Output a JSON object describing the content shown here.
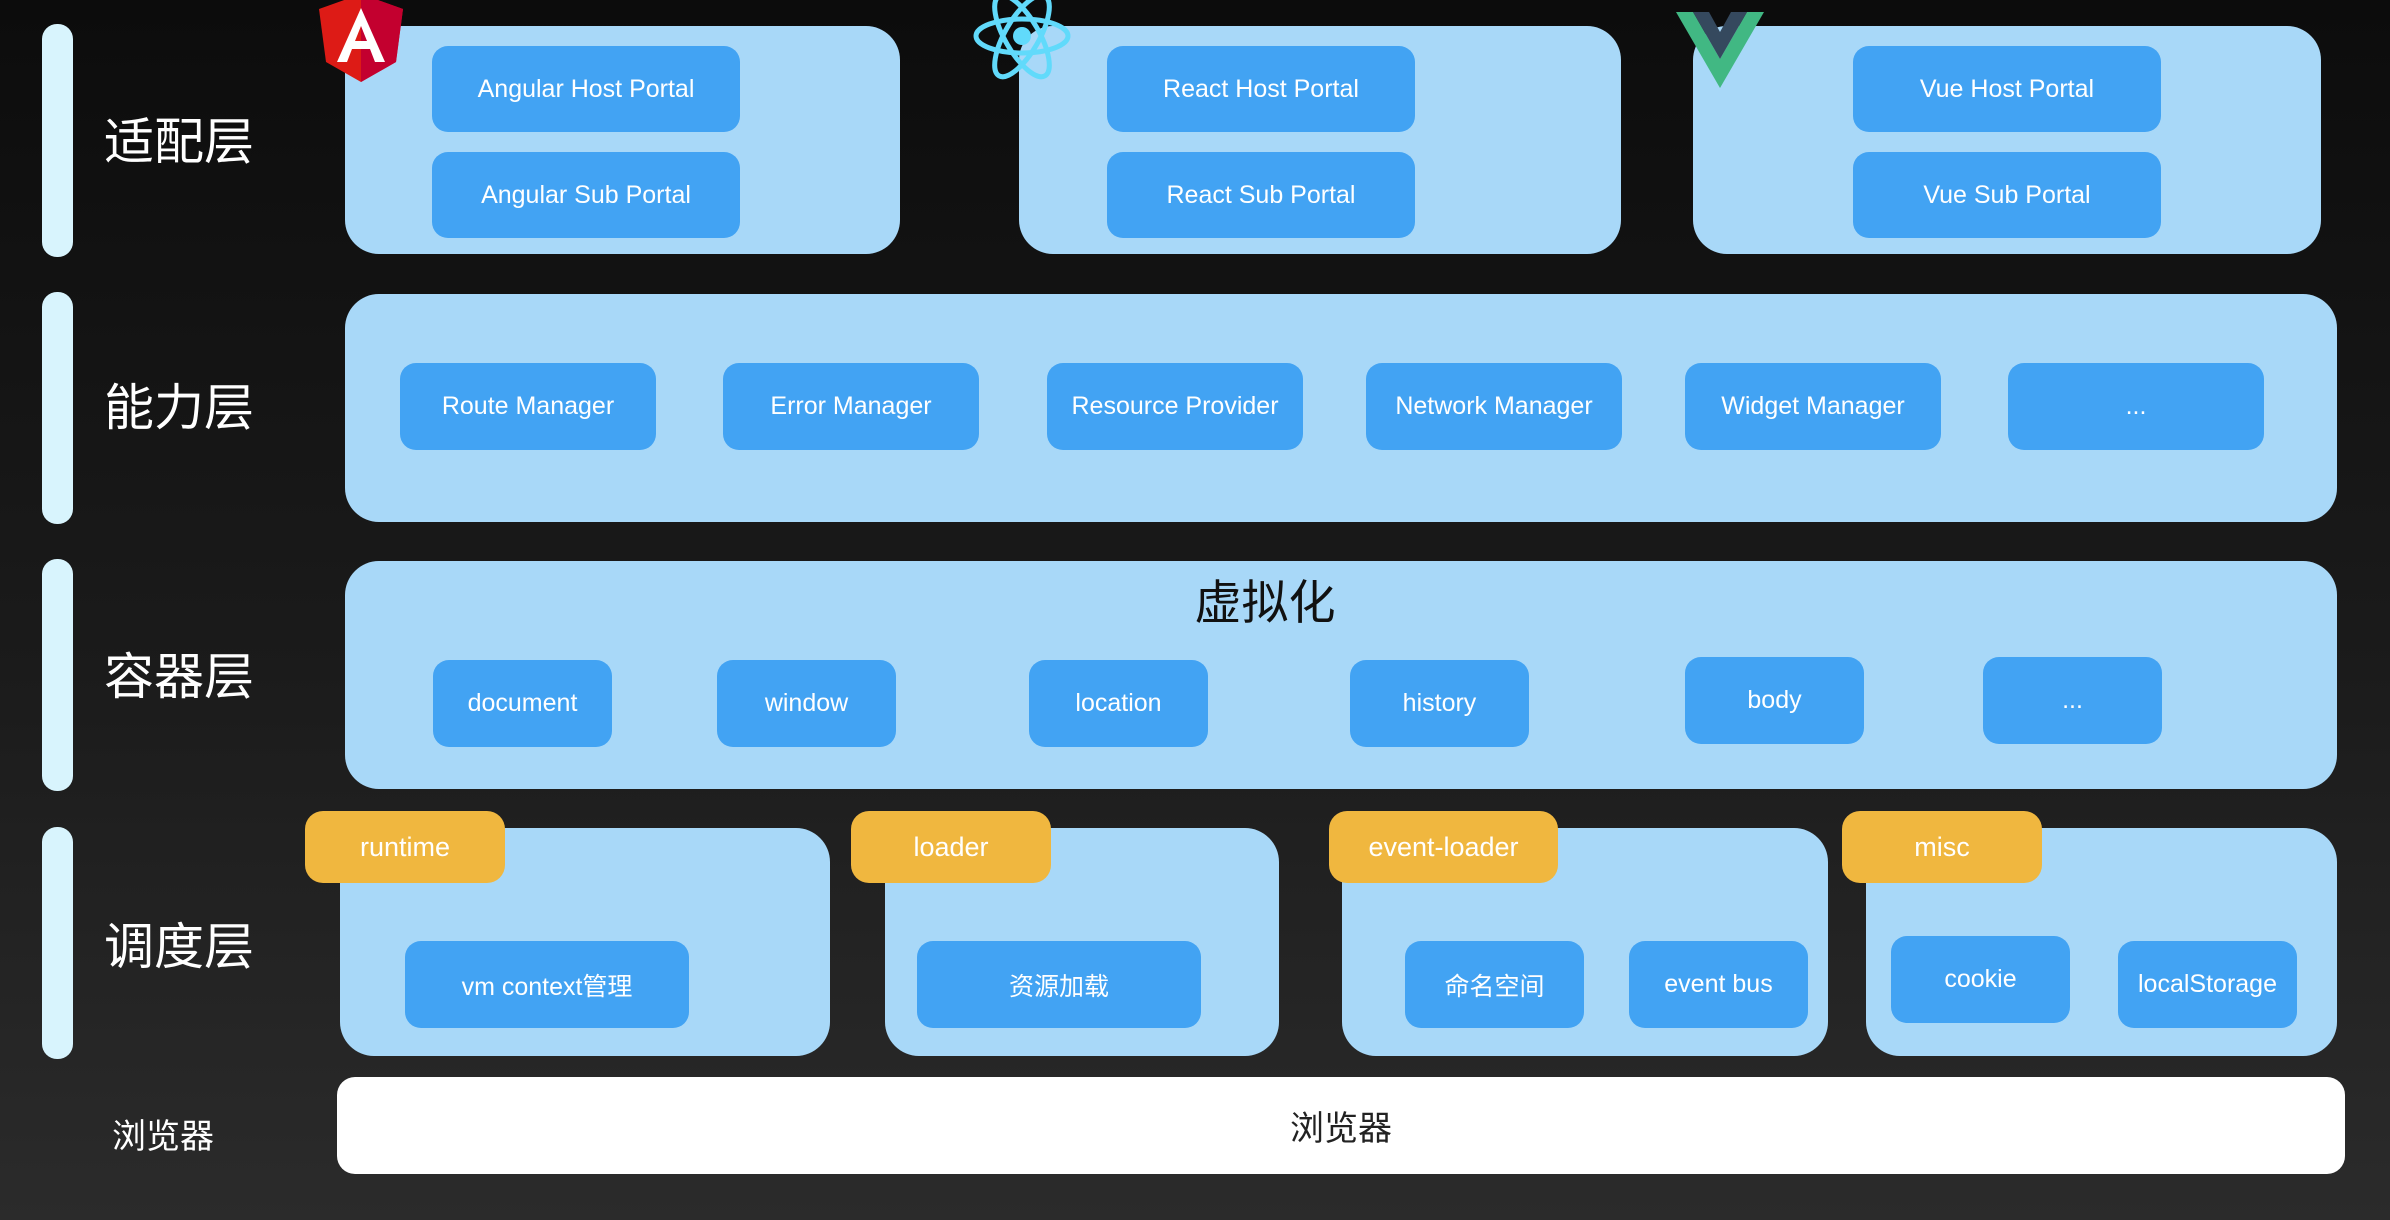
{
  "layers": {
    "adapter": "适配层",
    "capability": "能力层",
    "container": "容器层",
    "scheduler": "调度层",
    "browser": "浏览器"
  },
  "adapter_groups": {
    "angular": {
      "host": "Angular Host Portal",
      "sub": "Angular Sub Portal",
      "logo": "angular-logo-icon",
      "logo_color": "#dd1b16"
    },
    "react": {
      "host": "React Host Portal",
      "sub": "React Sub Portal",
      "logo": "react-logo-icon",
      "logo_color": "#61dafb"
    },
    "vue": {
      "host": "Vue Host Portal",
      "sub": "Vue Sub Portal",
      "logo": "vue-logo-icon",
      "logo_color": "#41b883"
    }
  },
  "capability_items": [
    "Route Manager",
    "Error Manager",
    "Resource Provider",
    "Network Manager",
    "Widget Manager",
    "..."
  ],
  "container": {
    "title": "虚拟化",
    "items": [
      "document",
      "window",
      "location",
      "history",
      "body",
      "..."
    ]
  },
  "scheduler_groups": {
    "runtime": {
      "tab": "runtime",
      "items": [
        "vm context管理"
      ]
    },
    "loader": {
      "tab": "loader",
      "items": [
        "资源加载"
      ]
    },
    "event_loader": {
      "tab": "event-loader",
      "items": [
        "命名空间",
        "event bus"
      ]
    },
    "misc": {
      "tab": "misc",
      "items": [
        "cookie",
        "localStorage"
      ]
    }
  },
  "browser_box": "浏览器",
  "colors": {
    "panel": "#a8d8f8",
    "chip": "#42a3f3",
    "tab": "#f0b73f",
    "side_bar": "#d8f4fd"
  }
}
